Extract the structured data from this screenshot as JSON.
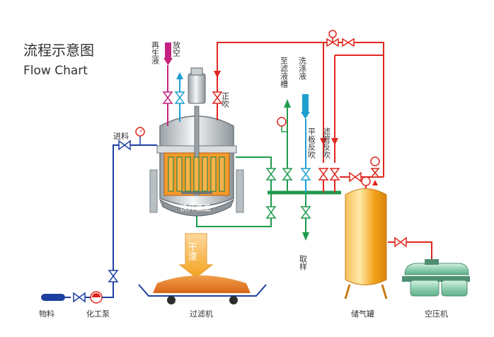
{
  "title": {
    "cn": "流程示意图",
    "en": "Flow Chart"
  },
  "labels": {
    "regen": "再生液",
    "vent": "放空",
    "forward_blow": "正吹",
    "to_tank": "至滤液槽",
    "wash": "洗涤液",
    "plate_back": "平板反吹",
    "tube_back": "滤管反吹",
    "feed": "进料",
    "quick_bottom": "快开底盖",
    "dry_residue": "干渣",
    "sampling": "取样",
    "material": "物料",
    "pump": "化工泵",
    "filter_machine": "过滤机",
    "gas_tank": "储气罐",
    "compressor": "空压机"
  },
  "colors": {
    "red_line": "#e0261d",
    "blue_line": "#1c3fa0",
    "green_line": "#1f9a4e",
    "magenta": "#c4227e",
    "cyan": "#1e9fd0",
    "tank_orange": "#f3a21b",
    "residue_orange": "#e87f1e",
    "compressor_green": "#8fd0b0"
  }
}
